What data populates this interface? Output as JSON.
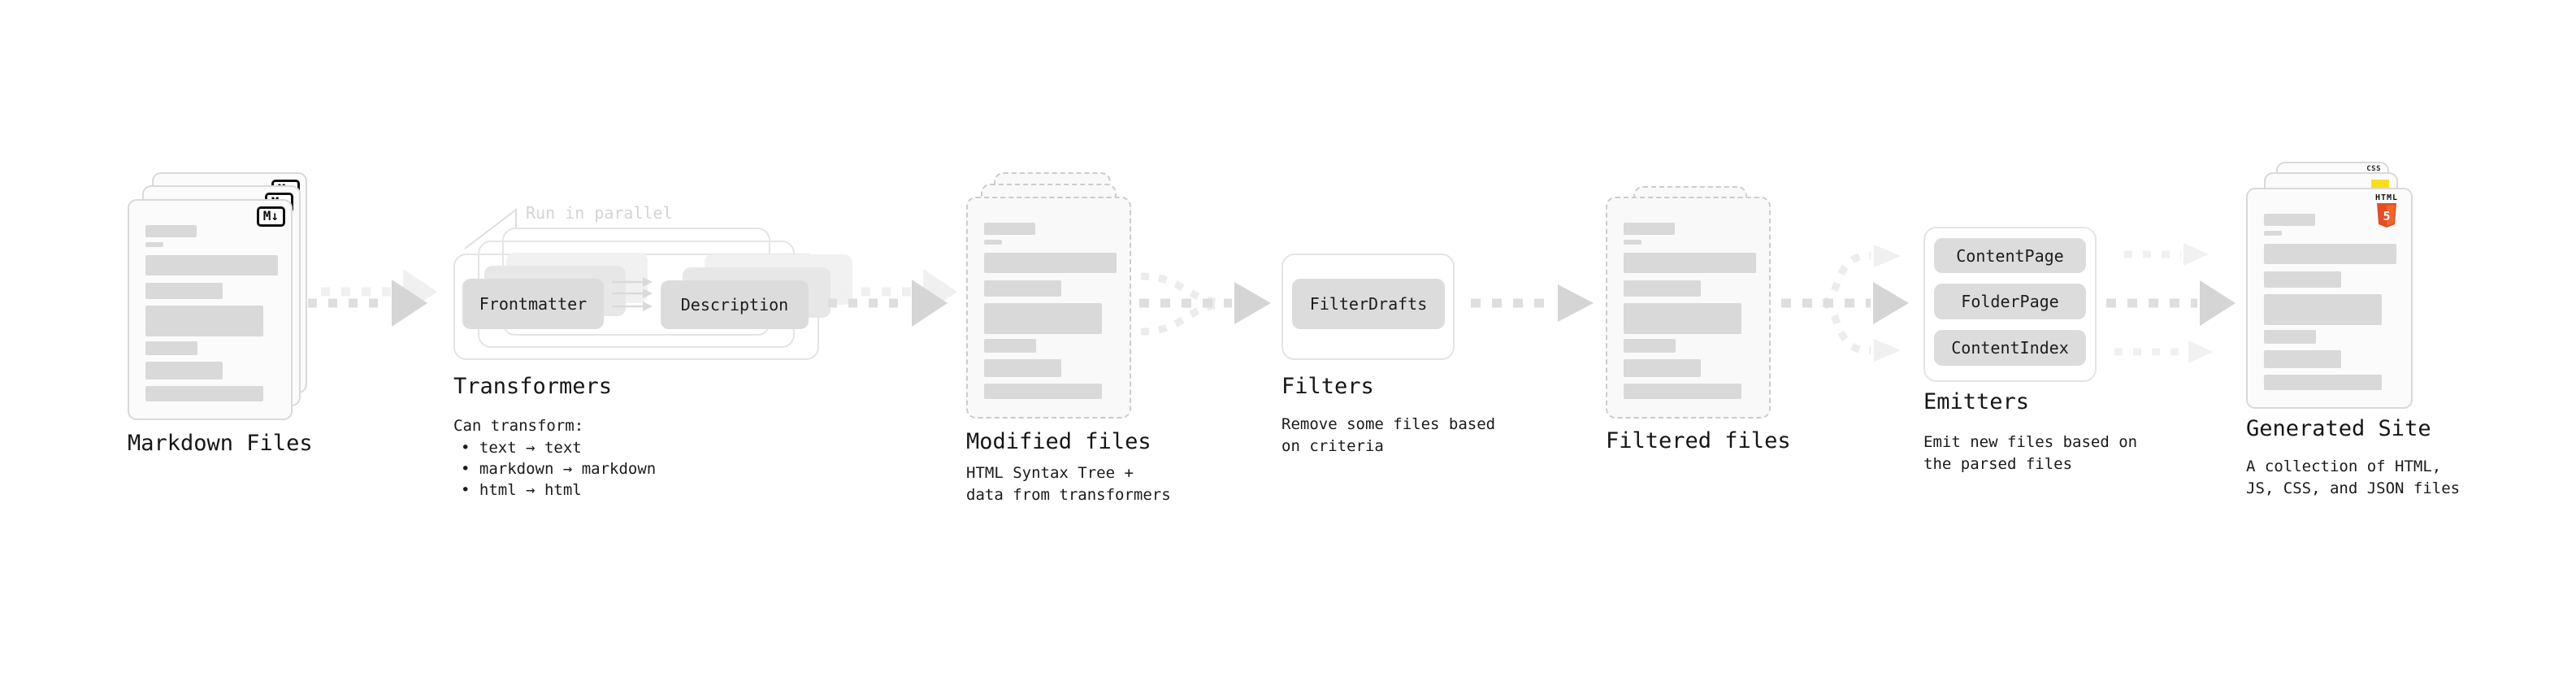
{
  "diagram": {
    "markdown_files": {
      "label": "Markdown Files",
      "badge": "M↓"
    },
    "transformers": {
      "annotation": "Run in parallel",
      "pill_left": "Frontmatter",
      "pill_right": "Description",
      "title": "Transformers",
      "desc_heading": "Can transform:",
      "bullets": [
        "• text → text",
        "• markdown → markdown",
        "• html → html"
      ]
    },
    "modified_files": {
      "label": "Modified files",
      "desc_lines": [
        "HTML Syntax Tree +",
        "data from transformers"
      ]
    },
    "filters": {
      "title": "Filters",
      "pill": "FilterDrafts",
      "desc_lines": [
        "Remove some files based",
        "on criteria"
      ]
    },
    "filtered_files": {
      "label": "Filtered files"
    },
    "emitters": {
      "title": "Emitters",
      "pills": [
        "ContentPage",
        "FolderPage",
        "ContentIndex"
      ],
      "desc_lines": [
        "Emit new files based on",
        "the parsed files"
      ]
    },
    "generated_site": {
      "label": "Generated Site",
      "desc_lines": [
        "A collection of HTML,",
        "JS, CSS, and JSON files"
      ],
      "badges": {
        "css_label": "CSS",
        "html_label": "HTML",
        "html5_numeral": "5"
      }
    }
  },
  "colors": {
    "accent_html5": "#e44d26",
    "accent_html5_light": "#f16529",
    "accent_js": "#f7df1e",
    "accent_css": "#2e6de0",
    "pill_gray": "#dcdcdc",
    "bar_gray": "#d9d9d9"
  }
}
